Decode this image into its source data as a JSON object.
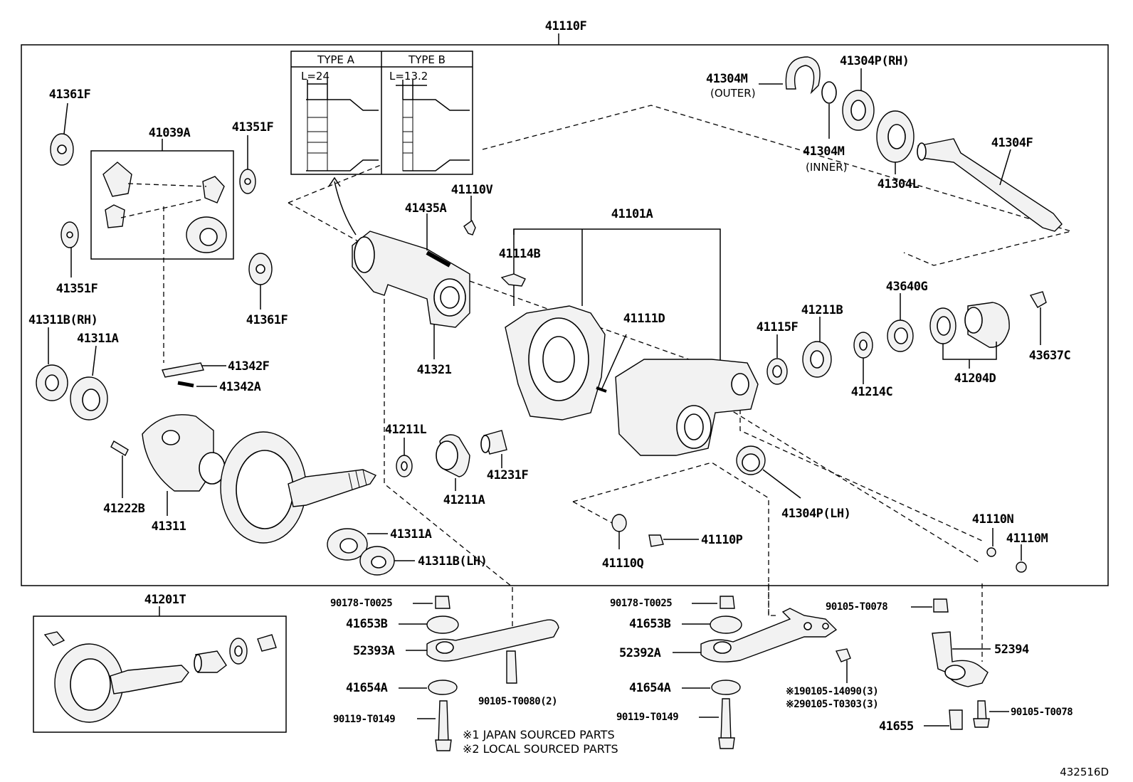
{
  "diagram_id": "432516D",
  "assembly_label": "41110F",
  "type_box": {
    "type_a": "TYPE A",
    "type_b": "TYPE B",
    "l_a": "L=24",
    "l_b": "L=13.2"
  },
  "labels": {
    "p41361F_top": "41361F",
    "p41039A": "41039A",
    "p41351F_top": "41351F",
    "p41351F_bottom": "41351F",
    "p41361F_bottom": "41361F",
    "p41311B_rh": "41311B(RH)",
    "p41311A_top": "41311A",
    "p41342F": "41342F",
    "p41342A": "41342A",
    "p41222B": "41222B",
    "p41311": "41311",
    "p41311A_bottom": "41311A",
    "p41311B_lh": "41311B(LH)",
    "p41110V": "41110V",
    "p41435A": "41435A",
    "p41321": "41321",
    "p41101A": "41101A",
    "p41114B": "41114B",
    "p41111D": "41111D",
    "p41211L": "41211L",
    "p41211A": "41211A",
    "p41231F": "41231F",
    "p41304M_outer": "41304M",
    "outer": "(OUTER)",
    "p41304P_rh": "41304P(RH)",
    "p41304M_inner": "41304M",
    "inner": "(INNER)",
    "p41304L": "41304L",
    "p41304F": "41304F",
    "p41115F": "41115F",
    "p41211B": "41211B",
    "p43640G": "43640G",
    "p41214C": "41214C",
    "p41204D": "41204D",
    "p43637C": "43637C",
    "p41304P_lh": "41304P(LH)",
    "p41110Q": "41110Q",
    "p41110P": "41110P",
    "p41110N": "41110N",
    "p41110M": "41110M",
    "p41201T": "41201T",
    "b90178_1": "90178-T0025",
    "b41653B_1": "41653B",
    "b52393A": "52393A",
    "b41654A_1": "41654A",
    "b90119_1": "90119-T0149",
    "b90105_T0080": "90105-T0080(2)",
    "b90178_2": "90178-T0025",
    "b41653B_2": "41653B",
    "b52392A": "52392A",
    "b41654A_2": "41654A",
    "b90119_2": "90119-T0149",
    "b90105_14090": "※190105-14090(3)",
    "b90105_T0303": "※290105-T0303(3)",
    "b90105_T0078_top": "90105-T0078",
    "b52394": "52394",
    "b41655": "41655",
    "b90105_T0078_bottom": "90105-T0078"
  },
  "notes": {
    "note1": "※1 JAPAN SOURCED PARTS",
    "note2": "※2 LOCAL SOURCED PARTS"
  }
}
